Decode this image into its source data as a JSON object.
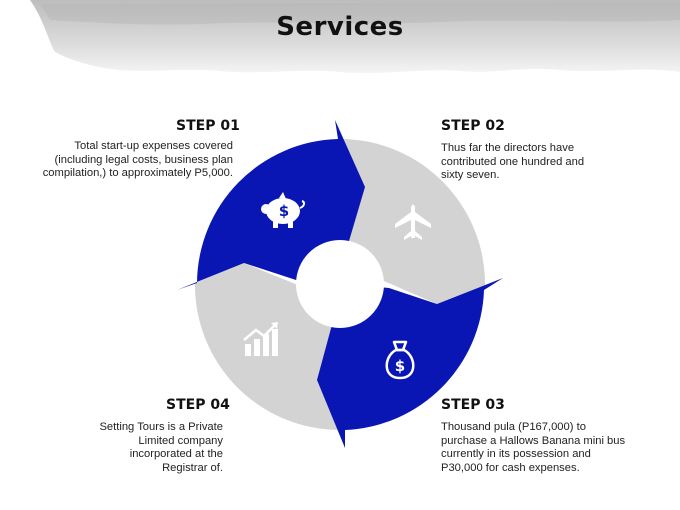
{
  "title": "Services",
  "colors": {
    "accent": "#0a16b3",
    "gray": "#d3d3d3",
    "icon_on_gray": "#ffffff"
  },
  "steps": [
    {
      "head": "STEP 01",
      "lines": [
        "Total start-up expenses covered",
        "(including legal costs, business plan",
        "compilation,) to approximately P5,000."
      ],
      "icon": "piggy-bank-dollar-icon"
    },
    {
      "head": "STEP 02",
      "lines": [
        "Thus far the directors have",
        "contributed one hundred and",
        "sixty seven."
      ],
      "icon": "airplane-icon"
    },
    {
      "head": "STEP 03",
      "lines": [
        "Thousand pula (P167,000) to",
        "purchase a Hallows Banana  mini bus",
        "currently in its possession and",
        "P30,000 for cash expenses."
      ],
      "icon": "money-bag-icon"
    },
    {
      "head": "STEP 04",
      "lines": [
        "Setting Tours is a Private",
        "Limited company",
        "incorporated at the",
        "Registrar of."
      ],
      "icon": "growth-chart-icon"
    }
  ]
}
